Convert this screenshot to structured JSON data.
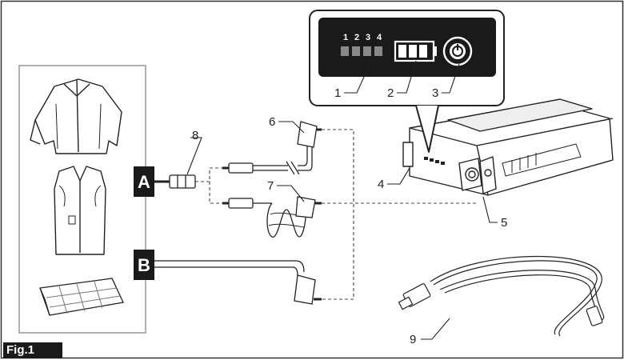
{
  "figure": {
    "tag": "Fig.1",
    "panel": {
      "level_digits": [
        "1",
        "2",
        "3",
        "4"
      ]
    },
    "callouts": {
      "c1": "1",
      "c2": "2",
      "c3": "3",
      "c4": "4",
      "c5": "5",
      "c6": "6",
      "c7": "7",
      "c8": "8",
      "c9": "9"
    },
    "connectors": {
      "a": "A",
      "b": "B"
    }
  }
}
